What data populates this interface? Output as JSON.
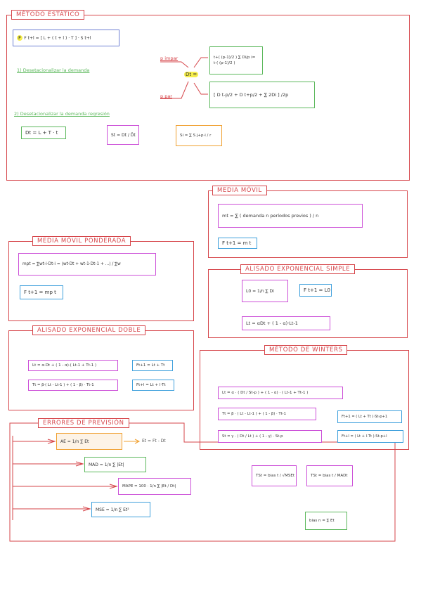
{
  "estatico": {
    "title": "MÉTODO ESTÁTICO",
    "forecast": "F t+l = [ L + ( t + l ) · T ] · S t+l",
    "step1": "1) Desetacionalizar la demanda",
    "p_impar": "p impar",
    "p_par": "p par",
    "dt": "Dt =",
    "impar_formula": "t+( (p-1)/2 ) ∑ Di/p  i= t-( (p-1)/2 )",
    "par_formula": "[ D t-p/2 + D t+p/2 + ∑ 2Di ] /2p",
    "step2": "2) Desetacionalizar la demanda regresión",
    "dt_reg": "Dt = L + T · t",
    "st": "St = Dt / D̄t",
    "si": "Si = ∑ S j+p·i / r"
  },
  "movil": {
    "title": "MEDIA MÓVIL",
    "mt": "mt = ∑ ( demanda n períodos previos ) / n",
    "f": "F t+1 = m t"
  },
  "ponderada": {
    "title": "MEDIA MÓVIL PONDERADA",
    "mp": "mpt = ∑wt-i·Dt-i = (wt·Dt + wt-1·Dt-1 + ...) / ∑w",
    "f": "F t+1 = mp t"
  },
  "simple": {
    "title": "ALISADO EXPONENCIAL SIMPLE",
    "l0": "L0 = 1/n ∑ Di",
    "f": "F t+1 = L0",
    "lt": "Lt = αDt + ( 1 - α)·Lt-1"
  },
  "doble": {
    "title": "ALISADO EXPONENCIAL DOBLE",
    "lt": "Lt = α·Dt + ( 1 - α)·( Lt-1 + Tt-1 )",
    "f1": "Ft+1 = Lt + Tt",
    "tt": "Tt = β·( Lt - Lt-1 ) + ( 1 - β) · Tt-1",
    "f2": "Ft+l = Lt + l·Tt"
  },
  "winters": {
    "title": "MÉTODO DE WINTERS",
    "lt": "Lt = α · ( Dt / St-p ) + ( 1 - α) · ( Lt-1 + Tt-1 )",
    "tt": "Tt = β · ( Lt - Lt-1 ) + ( 1 - β) · Tt-1",
    "f1": "Ft+1 = ( Lt + Tt )·St-p+1",
    "st": "St = γ · ( Dt / Lt ) + ( 1 - γ) · St-p",
    "f2": "Ft+l = ( Lt + l·Tt )·St-p+l"
  },
  "errores": {
    "title": "ERRORES DE PREVISIÓN",
    "ae": "AE = 1/n ∑ Et",
    "et": "Et = Ft - Dt",
    "mad": "MAD = 1/n ∑ |Et|",
    "mape": "MAPE = 100 · 1/n ∑ |Et / Dt|",
    "mse": "MSE = 1/n ∑ Et²",
    "ts1": "TSt = bias t / √MSEt",
    "ts2": "TSt = bias t / MADt",
    "bias": "bias n = ∑ Et"
  },
  "colors": {
    "frame": "#d6454a",
    "green": "#5cb85c",
    "purple": "#cc4fd8",
    "blue": "#3fa0dc",
    "highlight": "#f6ee4a"
  }
}
